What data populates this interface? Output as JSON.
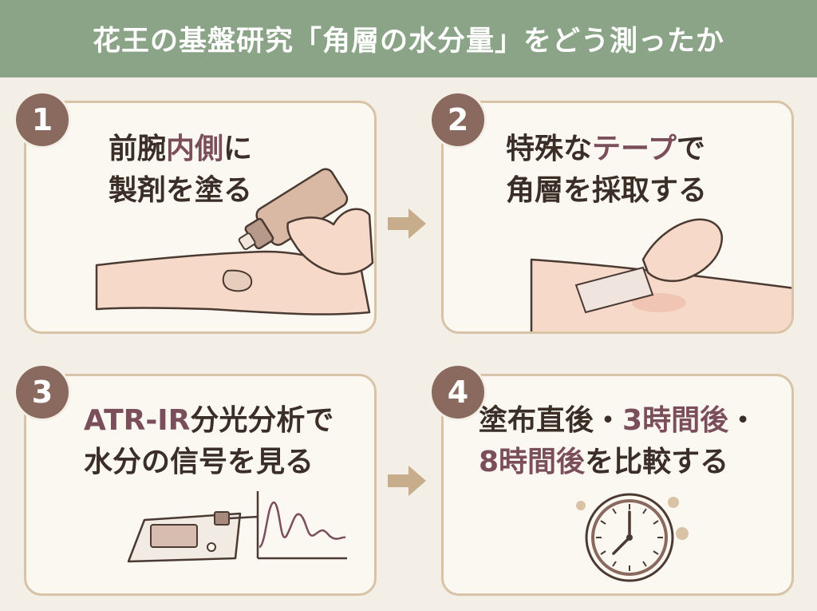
{
  "title": "花王の基盤研究「角層の水分量」をどう測ったか",
  "steps": [
    {
      "number": "1",
      "line1_a": "前腕",
      "line1_hl": "内側",
      "line1_b": "に",
      "line2": "製剤を塗る"
    },
    {
      "number": "2",
      "line1_a": "特殊な",
      "line1_hl": "テープ",
      "line1_b": "で",
      "line2": "角層を採取する"
    },
    {
      "number": "3",
      "line1_hl": "ATR-IR",
      "line1_b": "分光分析で",
      "line2": "水分の信号を見る"
    },
    {
      "number": "4",
      "line1_a": "塗布直後・",
      "line1_hl": "3時間後",
      "line1_b": "・",
      "line2_hl": "8時間後",
      "line2_b": "を比較する"
    }
  ],
  "colors": {
    "title_bg": "#8ba487",
    "panel_border": "#d9c3a7",
    "badge": "#8a6a5e",
    "highlight": "#7a4e5a",
    "arrow": "#c8ad8c"
  }
}
